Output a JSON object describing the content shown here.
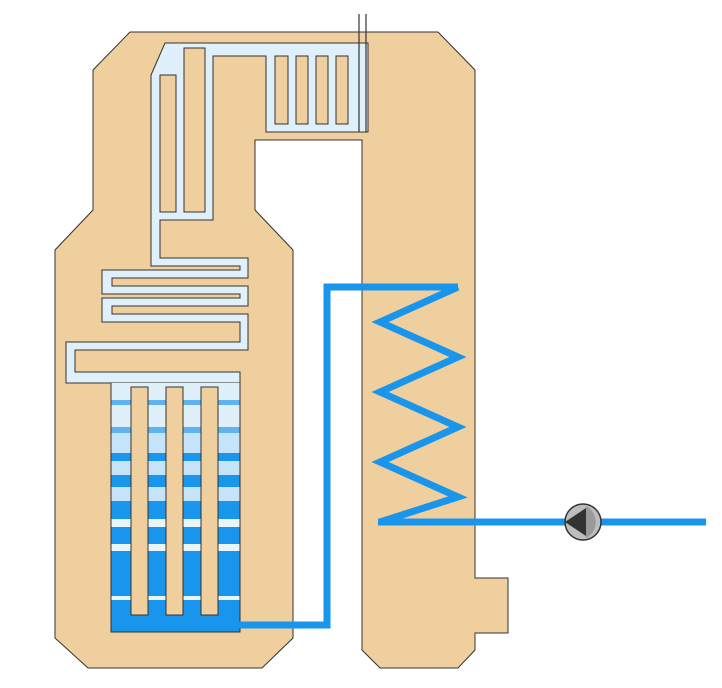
{
  "colors": {
    "background": "#ffffff",
    "boiler_body": "#f0cf9e",
    "outline": "#333333",
    "flue_channel": "#dff0fb",
    "water_bright": "#1a95ec",
    "water_mid": "#5fb4ef",
    "water_light": "#c6e4f9",
    "water_stripe": "#e9f5fd",
    "cavity": "#ffffff",
    "pipe": "#1a95ec",
    "pump_dark": "#333333",
    "pump_light": "#bdbdbd"
  },
  "components": [
    {
      "name": "boiler-body",
      "icon": "octagon-housing"
    },
    {
      "name": "flue-gas-channel",
      "icon": "serpentine-path"
    },
    {
      "name": "water-tank",
      "icon": "graduated-water-level"
    },
    {
      "name": "heating-coil",
      "icon": "zigzag-coil"
    },
    {
      "name": "circulation-pipe",
      "icon": "pipe"
    },
    {
      "name": "circulation-pump",
      "icon": "pump-icon"
    },
    {
      "name": "exhaust-chimney",
      "icon": "chimney-pipe"
    }
  ]
}
